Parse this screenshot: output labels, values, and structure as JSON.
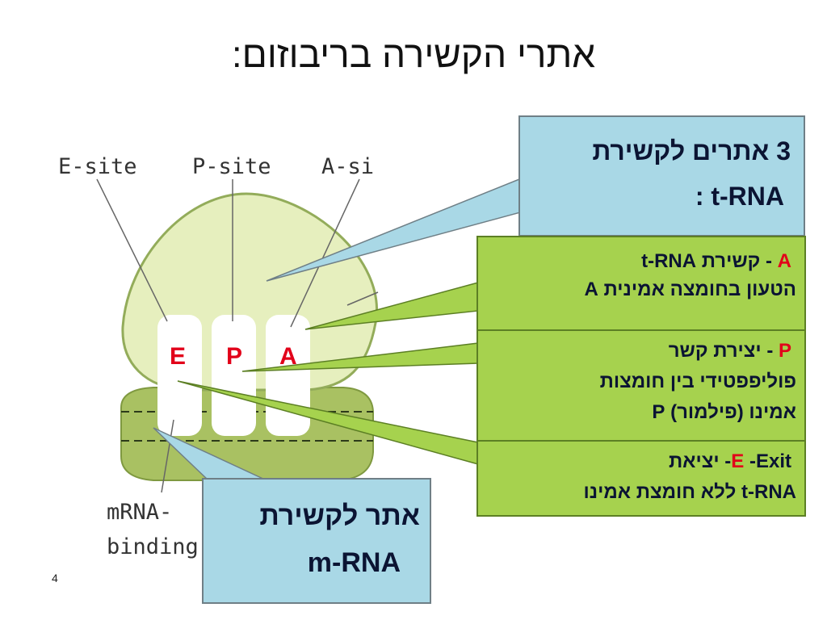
{
  "title": "אתרי הקשירה בריבוזום:",
  "slide_number": "4",
  "diagram": {
    "site_labels": {
      "e": "E-site",
      "p": "P-site",
      "a": "A-si"
    },
    "slot_letters": {
      "e": "E",
      "p": "P",
      "a": "A"
    },
    "mrna_label": {
      "line1": "mRNA-",
      "line2": "binding"
    }
  },
  "callouts": {
    "three_sites": {
      "line1": "3 אתרים לקשירת",
      "line2": "t-RNA :"
    },
    "mrna_site": {
      "line1": "אתר לקשירת",
      "line2": "m-RNA"
    },
    "a_site": {
      "letter": "A",
      "line1_rest": " - קשירת t-RNA",
      "line2": "הטעון בחומצה אמינית A"
    },
    "p_site": {
      "letter": "P",
      "line1_rest": " - יצירת קשר",
      "line2": "פוליפפטידי בין חומצות",
      "line3": "אמינו (פילמור) P"
    },
    "e_site": {
      "letter": "E",
      "line1_rest": " -Exit-   יציאת",
      "line2": "t-RNA ללא חומצת אמינו"
    }
  },
  "colors": {
    "ribosome_large": "#e6efbe",
    "ribosome_small": "#a9c162",
    "callout_blue": "#a9d8e6",
    "callout_green": "#a6d24e",
    "highlight_red": "#e2001a"
  }
}
